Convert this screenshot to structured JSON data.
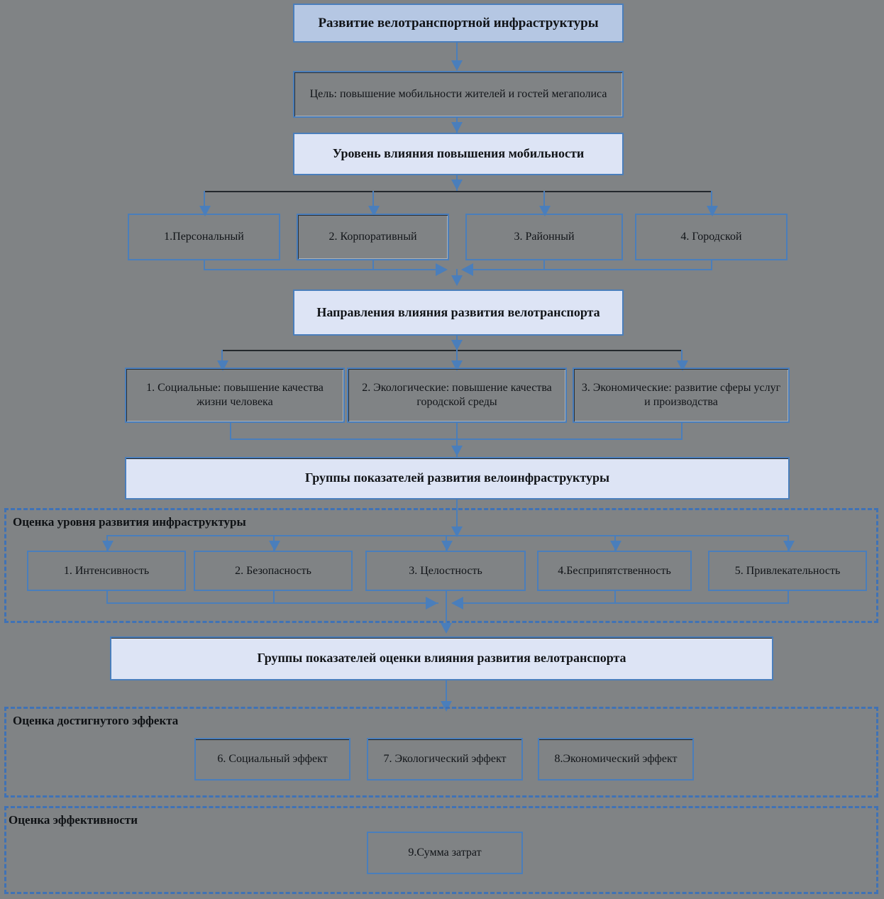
{
  "diagram": {
    "title_box": "Развитие велотранспортной инфраструктуры",
    "goal_box": "Цель: повышение мобильности жителей и гостей мегаполиса",
    "influence_level_hub": "Уровень влияния повышения мобильности",
    "levels": [
      "1.Персональный",
      "2. Корпоративный",
      "3. Районный",
      "4. Городской"
    ],
    "directions_hub": "Направления влияния развития велотранспорта",
    "directions": [
      "1. Социальные: повышение качества жизни человека",
      "2. Экологические: повышение качества городской среды",
      "3. Экономические: развитие сферы услуг и производства"
    ],
    "indicator_groups_hub": "Группы показателей развития велоинфраструктуры",
    "group_infra": {
      "label": "Оценка уровня развития инфраструктуры",
      "items": [
        "1. Интенсивность",
        "2. Безопасность",
        "3. Целостность",
        "4.Бесприпятственность",
        "5. Привлекательность"
      ]
    },
    "impact_groups_hub": "Группы показателей оценки влияния развития велотранспорта",
    "group_effect": {
      "label": "Оценка достигнутого эффекта",
      "items": [
        "6. Социальный эффект",
        "7. Экологический эффект",
        "8.Экономический эффект"
      ]
    },
    "group_efficiency": {
      "label": "Оценка эффективности",
      "items": [
        "9.Сумма затрат"
      ]
    }
  },
  "colors": {
    "background": "#808385",
    "border_blue": "#4a7ebb",
    "fill_mid": "#b5c7e3",
    "fill_light": "#dde4f5",
    "dashed_blue": "#3f72b6",
    "text": "#111418"
  }
}
